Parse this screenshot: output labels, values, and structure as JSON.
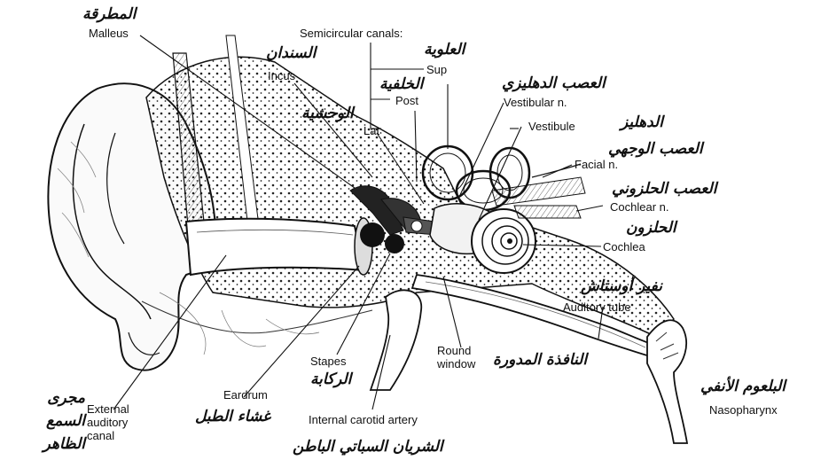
{
  "labels": {
    "malleus": "Malleus",
    "semicircular": "Semicircular canals:",
    "incus": "Incus",
    "sup": "Sup",
    "post": "Post",
    "lat": "Lat",
    "vestibular_n": "Vestibular n.",
    "vestibule": "Vestibule",
    "facial_n": "Facial n.",
    "cochlear_n": "Cochlear n.",
    "cochlea": "Cochlea",
    "auditory_tube": "Auditory tube",
    "nasopharynx": "Nasopharynx",
    "round_window": "Round\nwindow",
    "stapes": "Stapes",
    "eardrum": "Eardrum",
    "internal_carotid": "Internal carotid artery",
    "external_canal": "External\nauditory\ncanal"
  },
  "arabic": {
    "malleus": "المطرقة",
    "incus": "السندان",
    "sup": "العلوية",
    "post": "الخلفية",
    "lat": "الوحشية",
    "vestibular_n": "العصب الدهليزي",
    "vestibule": "الدهليز",
    "facial_n": "العصب الوجهي",
    "cochlear_n": "العصب الحلزوني",
    "cochlea": "الحلزون",
    "auditory_tube": "نفير أوستاش",
    "nasopharynx": "البلعوم الأنفي",
    "round_window": "النافذة المدورة",
    "stapes": "الركابة",
    "eardrum": "غشاء الطبل",
    "internal_carotid": "الشريان السباتي الباطن",
    "external_canal": "مجرى السمع الظاهر"
  }
}
